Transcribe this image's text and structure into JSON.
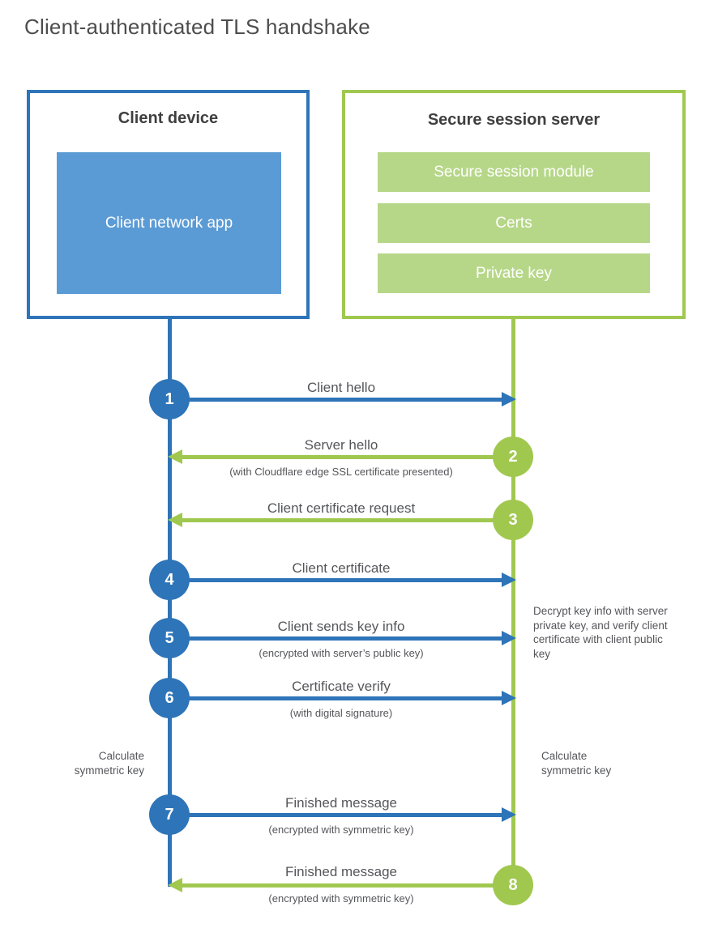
{
  "title": "Client-authenticated TLS handshake",
  "client": {
    "title": "Client device",
    "app": "Client network app"
  },
  "server": {
    "title": "Secure session server",
    "modules": [
      "Secure session module",
      "Certs",
      "Private key"
    ]
  },
  "steps": [
    {
      "num": "1",
      "label": "Client hello",
      "sub": "",
      "direction": "client-to-server"
    },
    {
      "num": "2",
      "label": "Server hello",
      "sub": "(with Cloudflare edge SSL certificate presented)",
      "direction": "server-to-client"
    },
    {
      "num": "3",
      "label": "Client certificate request",
      "sub": "",
      "direction": "server-to-client"
    },
    {
      "num": "4",
      "label": "Client certificate",
      "sub": "",
      "direction": "client-to-server"
    },
    {
      "num": "5",
      "label": "Client sends key info",
      "sub": "(encrypted with server’s public key)",
      "direction": "client-to-server"
    },
    {
      "num": "6",
      "label": "Certificate verify",
      "sub": "(with digital signature)",
      "direction": "client-to-server"
    },
    {
      "num": "7",
      "label": "Finished message",
      "sub": "(encrypted with symmetric key)",
      "direction": "client-to-server"
    },
    {
      "num": "8",
      "label": "Finished message",
      "sub": "(encrypted with symmetric key)",
      "direction": "server-to-client"
    }
  ],
  "notes": {
    "decrypt": "Decrypt key info with server private key, and verify client certificate with client public key",
    "calc_left": "Calculate symmetric key",
    "calc_right": "Calculate symmetric key"
  },
  "colors": {
    "client_blue": "#2e74b8",
    "client_fill_blue": "#5b9bd5",
    "server_green": "#a0c84f",
    "server_fill_green": "#b6d788",
    "text_dark": "#3f3f3f",
    "text_gray": "#55565a"
  }
}
